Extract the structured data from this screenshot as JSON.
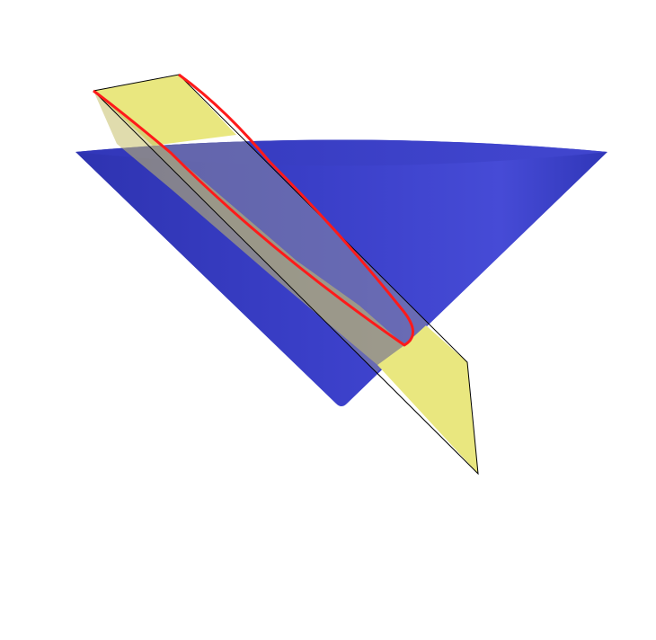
{
  "scene": {
    "subject": "conic-section",
    "shapes": [
      {
        "name": "cone",
        "kind": "right-circular-cone",
        "orientation": "apex-down"
      },
      {
        "name": "cutting-plane",
        "kind": "plane",
        "orientation": "tilted"
      },
      {
        "name": "intersection-curve",
        "kind": "ellipse"
      }
    ]
  },
  "colors": {
    "background": "#ffffff",
    "cone_fill": "#3a3fc8",
    "cone_light": "#4a4fd8",
    "cone_dark": "#2a2f9e",
    "plane_fill": "#e9e77f",
    "plane_edge": "#000000",
    "curve": "#ff0000"
  }
}
